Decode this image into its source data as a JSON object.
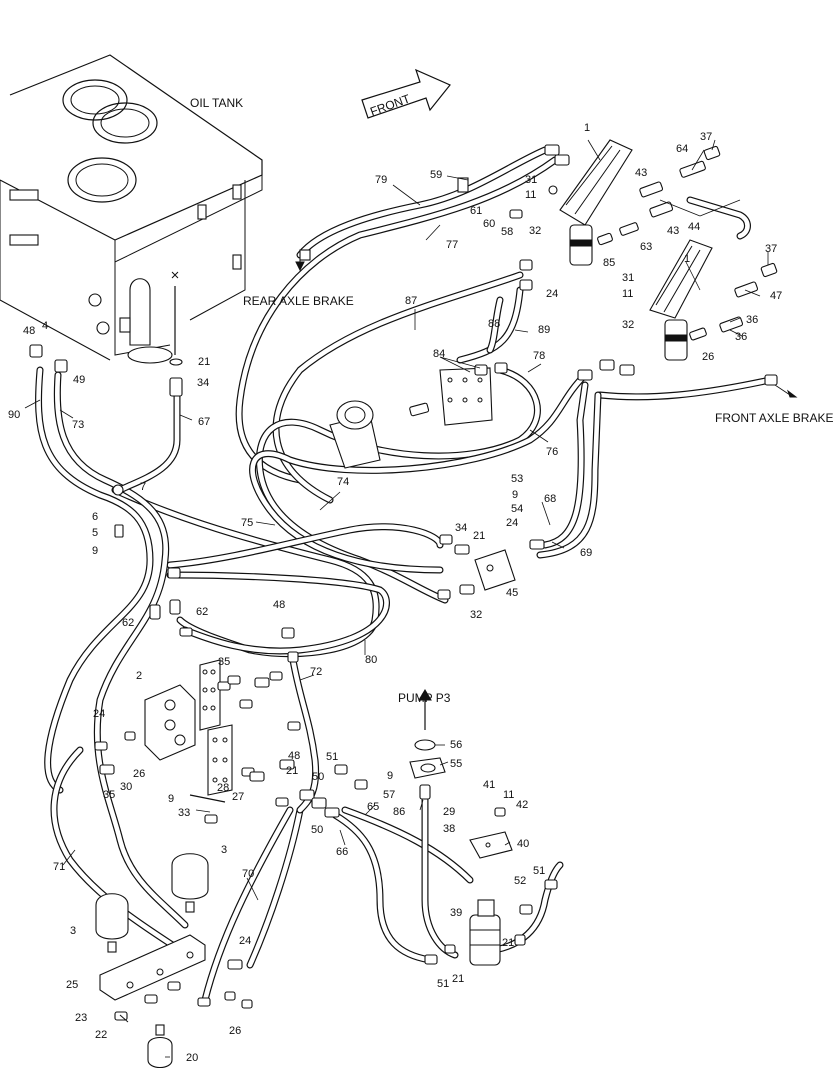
{
  "captions": {
    "oil_tank": "OIL TANK",
    "front": "FRONT",
    "rear_axle_brake": "REAR AXLE BRAKE",
    "front_axle_brake": "FRONT AXLE BRAKE",
    "pump_p3": "PUMP P3"
  },
  "callouts": [
    {
      "id": "c1",
      "text": "1"
    },
    {
      "id": "c1b",
      "text": "1"
    },
    {
      "id": "c2",
      "text": "2"
    },
    {
      "id": "c3",
      "text": "3"
    },
    {
      "id": "c3b",
      "text": "3"
    },
    {
      "id": "c4a",
      "text": "4"
    },
    {
      "id": "c5",
      "text": "5"
    },
    {
      "id": "c6",
      "text": "6"
    },
    {
      "id": "c7",
      "text": "7"
    },
    {
      "id": "c9a",
      "text": "9"
    },
    {
      "id": "c9b",
      "text": "9"
    },
    {
      "id": "c9c",
      "text": "9"
    },
    {
      "id": "c9d",
      "text": "9"
    },
    {
      "id": "c11a",
      "text": "11"
    },
    {
      "id": "c11b",
      "text": "11"
    },
    {
      "id": "c11c",
      "text": "11"
    },
    {
      "id": "c20",
      "text": "20"
    },
    {
      "id": "c21a",
      "text": "21"
    },
    {
      "id": "c21b",
      "text": "21"
    },
    {
      "id": "c21c",
      "text": "21"
    },
    {
      "id": "c21d",
      "text": "21"
    },
    {
      "id": "c21e",
      "text": "21"
    },
    {
      "id": "c22",
      "text": "22"
    },
    {
      "id": "c23",
      "text": "23"
    },
    {
      "id": "c24a",
      "text": "24"
    },
    {
      "id": "c24b",
      "text": "24"
    },
    {
      "id": "c24c",
      "text": "24"
    },
    {
      "id": "c24d",
      "text": "24"
    },
    {
      "id": "c25",
      "text": "25"
    },
    {
      "id": "c26a",
      "text": "26"
    },
    {
      "id": "c26b",
      "text": "26"
    },
    {
      "id": "c26c",
      "text": "26"
    },
    {
      "id": "c27",
      "text": "27"
    },
    {
      "id": "c28",
      "text": "28"
    },
    {
      "id": "c29",
      "text": "29"
    },
    {
      "id": "c30",
      "text": "30"
    },
    {
      "id": "c31a",
      "text": "31"
    },
    {
      "id": "c31b",
      "text": "31"
    },
    {
      "id": "c32a",
      "text": "32"
    },
    {
      "id": "c32b",
      "text": "32"
    },
    {
      "id": "c32c",
      "text": "32"
    },
    {
      "id": "c33",
      "text": "33"
    },
    {
      "id": "c34a",
      "text": "34"
    },
    {
      "id": "c34b",
      "text": "34"
    },
    {
      "id": "c35a",
      "text": "35"
    },
    {
      "id": "c35b",
      "text": "35"
    },
    {
      "id": "c36a",
      "text": "36"
    },
    {
      "id": "c36b",
      "text": "36"
    },
    {
      "id": "c37a",
      "text": "37"
    },
    {
      "id": "c37b",
      "text": "37"
    },
    {
      "id": "c38",
      "text": "38"
    },
    {
      "id": "c39",
      "text": "39"
    },
    {
      "id": "c40",
      "text": "40"
    },
    {
      "id": "c41",
      "text": "41"
    },
    {
      "id": "c42",
      "text": "42"
    },
    {
      "id": "c43a",
      "text": "43"
    },
    {
      "id": "c43b",
      "text": "43"
    },
    {
      "id": "c44",
      "text": "44"
    },
    {
      "id": "c45",
      "text": "45"
    },
    {
      "id": "c47",
      "text": "47"
    },
    {
      "id": "c48a",
      "text": "48"
    },
    {
      "id": "c48b",
      "text": "48"
    },
    {
      "id": "c48c",
      "text": "48"
    },
    {
      "id": "c49",
      "text": "49"
    },
    {
      "id": "c50a",
      "text": "50"
    },
    {
      "id": "c50b",
      "text": "50"
    },
    {
      "id": "c51a",
      "text": "51"
    },
    {
      "id": "c51b",
      "text": "51"
    },
    {
      "id": "c51c",
      "text": "51"
    },
    {
      "id": "c52",
      "text": "52"
    },
    {
      "id": "c53",
      "text": "53"
    },
    {
      "id": "c54",
      "text": "54"
    },
    {
      "id": "c55",
      "text": "55"
    },
    {
      "id": "c56",
      "text": "56"
    },
    {
      "id": "c57",
      "text": "57"
    },
    {
      "id": "c58",
      "text": "58"
    },
    {
      "id": "c59",
      "text": "59"
    },
    {
      "id": "c60",
      "text": "60"
    },
    {
      "id": "c61",
      "text": "61"
    },
    {
      "id": "c62a",
      "text": "62"
    },
    {
      "id": "c62b",
      "text": "62"
    },
    {
      "id": "c63",
      "text": "63"
    },
    {
      "id": "c64",
      "text": "64"
    },
    {
      "id": "c65",
      "text": "65"
    },
    {
      "id": "c66",
      "text": "66"
    },
    {
      "id": "c67",
      "text": "67"
    },
    {
      "id": "c68",
      "text": "68"
    },
    {
      "id": "c69",
      "text": "69"
    },
    {
      "id": "c70",
      "text": "70"
    },
    {
      "id": "c71",
      "text": "71"
    },
    {
      "id": "c72",
      "text": "72"
    },
    {
      "id": "c73",
      "text": "73"
    },
    {
      "id": "c74",
      "text": "74"
    },
    {
      "id": "c75",
      "text": "75"
    },
    {
      "id": "c76",
      "text": "76"
    },
    {
      "id": "c77",
      "text": "77"
    },
    {
      "id": "c78",
      "text": "78"
    },
    {
      "id": "c79",
      "text": "79"
    },
    {
      "id": "c80",
      "text": "80"
    },
    {
      "id": "c84",
      "text": "84"
    },
    {
      "id": "c85",
      "text": "85"
    },
    {
      "id": "c86",
      "text": "86"
    },
    {
      "id": "c87",
      "text": "87"
    },
    {
      "id": "c88",
      "text": "88"
    },
    {
      "id": "c89",
      "text": "89"
    },
    {
      "id": "c90",
      "text": "90"
    }
  ]
}
